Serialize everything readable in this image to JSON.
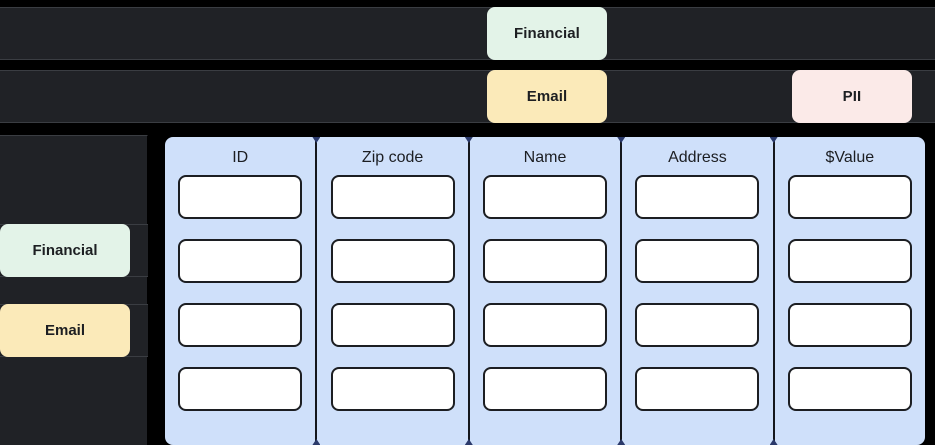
{
  "theme": {
    "page_background": "#000000",
    "row_background": "#202226",
    "row_border": "#3a3d42",
    "table_background": "#cfe0fa",
    "cell_background": "#ffffff",
    "cell_border": "#1c1e22",
    "divider": "#14171c",
    "handle": "#2b3a6b"
  },
  "top_rows": [
    {
      "name": "row-financial",
      "chips": [
        {
          "label": "Financial",
          "color": "#e3f3e8"
        }
      ]
    },
    {
      "name": "row-email-pii",
      "chips": [
        {
          "label": "Email",
          "color": "#fbeab9"
        },
        {
          "label": "PII",
          "color": "#fbeae8"
        }
      ]
    }
  ],
  "sidebar": {
    "chips": [
      {
        "label": "Financial",
        "color": "#e3f3e8"
      },
      {
        "label": "Email",
        "color": "#fbeab9"
      }
    ]
  },
  "table": {
    "columns": [
      {
        "header": "ID"
      },
      {
        "header": "Zip code"
      },
      {
        "header": "Name"
      },
      {
        "header": "Address"
      },
      {
        "header": "$Value"
      }
    ],
    "row_count": 4,
    "cells": [
      [
        "",
        "",
        "",
        "",
        ""
      ],
      [
        "",
        "",
        "",
        "",
        ""
      ],
      [
        "",
        "",
        "",
        "",
        ""
      ],
      [
        "",
        "",
        "",
        "",
        ""
      ]
    ]
  }
}
